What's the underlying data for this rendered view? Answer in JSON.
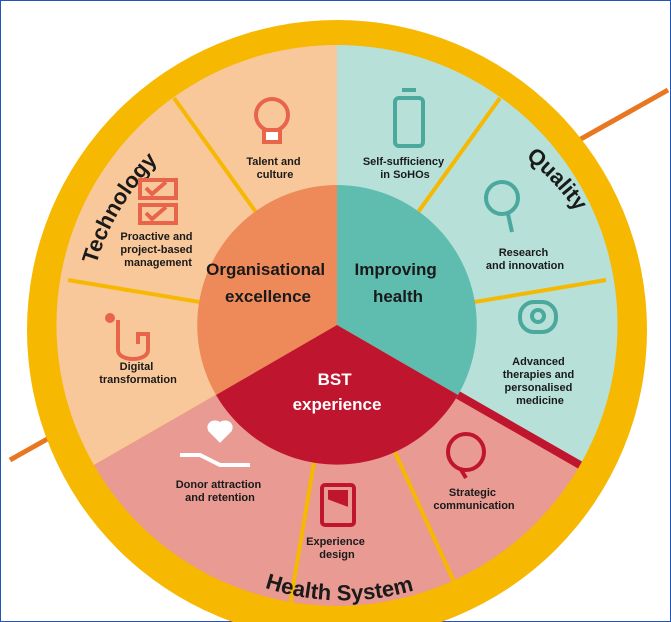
{
  "outer_ring": {
    "technology": "Technology",
    "quality": "Quality",
    "health_system": "Health System"
  },
  "core": {
    "organisational": [
      "Organisational",
      "excellence"
    ],
    "improving": [
      "Improving",
      "health"
    ],
    "bst": [
      "BST",
      "experience"
    ]
  },
  "segments": {
    "talent": [
      "Talent and",
      "culture"
    ],
    "proactive": [
      "Proactive and",
      "project-based",
      "management"
    ],
    "digital": [
      "Digital",
      "transformation"
    ],
    "self_sufficiency": [
      "Self-sufficiency",
      "in SoHOs"
    ],
    "research": [
      "Research",
      "and innovation"
    ],
    "advanced": [
      "Advanced",
      "therapies and",
      "personalised",
      "medicine"
    ],
    "donor": [
      "Donor attraction",
      "and retention"
    ],
    "experience": [
      "Experience",
      "design"
    ],
    "strategic": [
      "Strategic",
      "communication"
    ]
  },
  "icons": {
    "talent": "lightbulb-icon",
    "proactive": "checklist-icon",
    "digital": "touch-hand-icon",
    "self_sufficiency": "blood-bag-icon",
    "research": "magnifier-icon",
    "advanced": "cell-icon",
    "donor": "heart-hand-icon",
    "experience": "document-icon",
    "strategic": "speech-bubble-icon"
  },
  "colors": {
    "ring": "#f6b800",
    "orange_light": "#f9c89a",
    "orange_core": "#ee8a5a",
    "teal_light": "#b7e0d8",
    "teal_core": "#5fbdb0",
    "red_light": "#e89a93",
    "red_core": "#c0152f",
    "line": "#e87722",
    "icon_orange": "#e8644a",
    "icon_teal": "#4aa89c",
    "icon_red": "#c0152f"
  }
}
